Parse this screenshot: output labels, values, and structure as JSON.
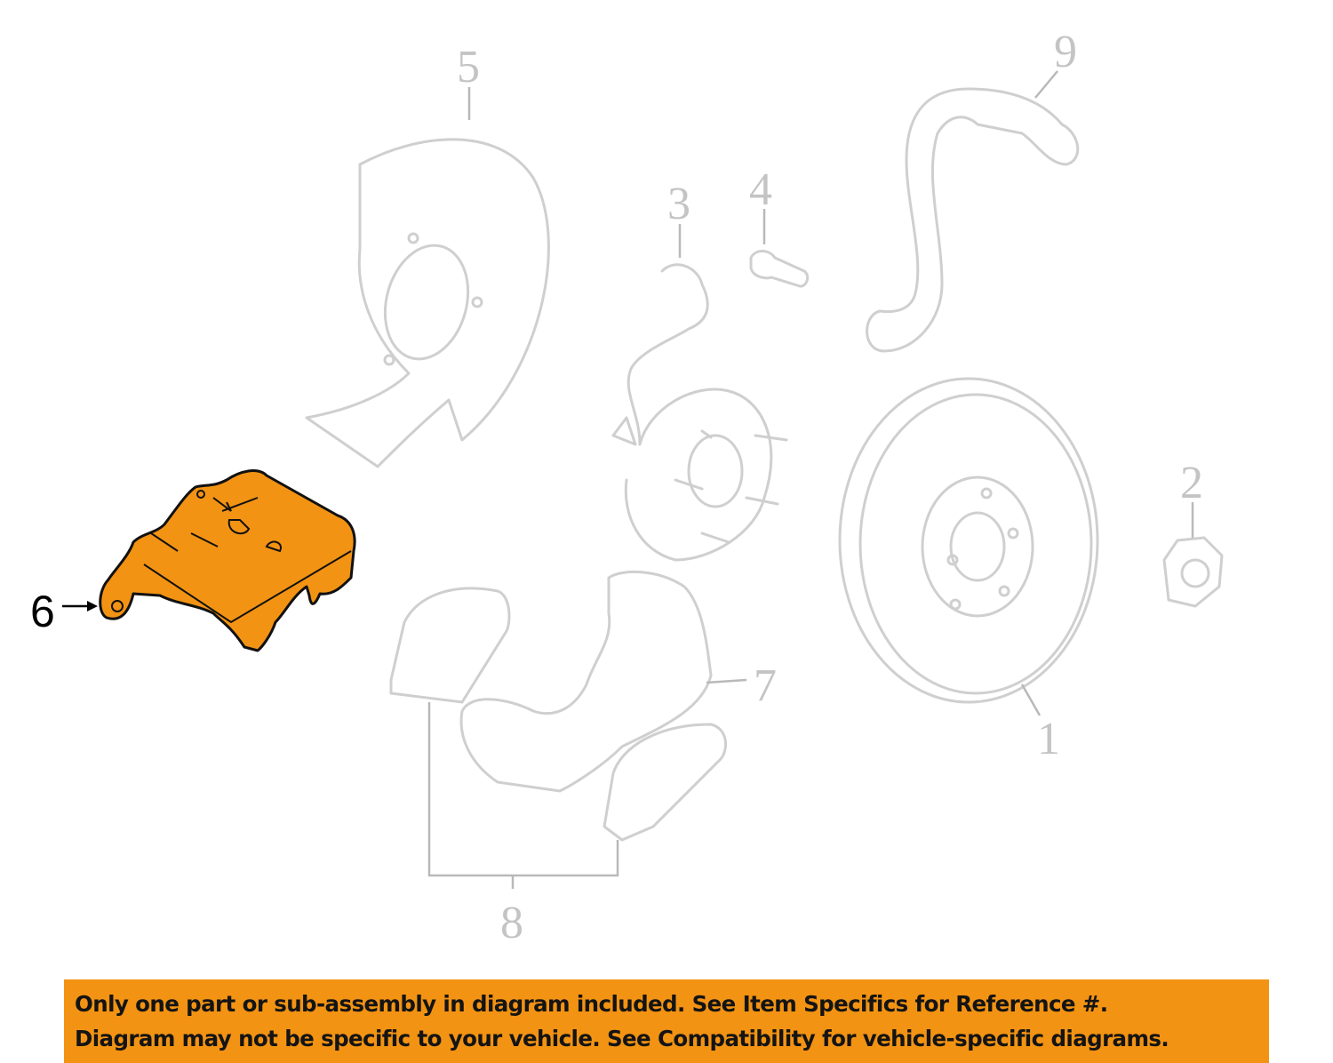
{
  "diagram": {
    "callouts": [
      {
        "id": "1"
      },
      {
        "id": "2"
      },
      {
        "id": "3"
      },
      {
        "id": "4"
      },
      {
        "id": "5"
      },
      {
        "id": "6",
        "highlighted": true
      },
      {
        "id": "7"
      },
      {
        "id": "8"
      },
      {
        "id": "9"
      }
    ],
    "labels": {
      "c1": "1",
      "c2": "2",
      "c3": "3",
      "c4": "4",
      "c5": "5",
      "c6": "6",
      "c7": "7",
      "c8": "8",
      "c9": "9"
    },
    "highlight_color": "#f39313",
    "line_color": "#cfcfcf"
  },
  "notice": {
    "line1": "Only one part or sub-assembly in diagram included. See Item Specifics for Reference #.",
    "line2": "Diagram may not be specific to your vehicle. See Compatibility for vehicle-specific diagrams.",
    "background": "#f39313"
  }
}
